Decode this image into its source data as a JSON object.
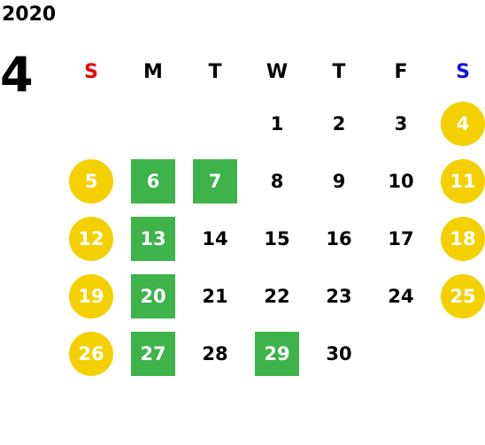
{
  "year": "2020",
  "month": "4",
  "weekdays": [
    "S",
    "M",
    "T",
    "W",
    "T",
    "F",
    "S"
  ],
  "colors": {
    "sunday_header": "#ee0000",
    "saturday_header": "#1010dd",
    "holiday": "#f5d000",
    "marked": "#3db34a"
  },
  "weeks": [
    [
      {
        "d": ""
      },
      {
        "d": ""
      },
      {
        "d": ""
      },
      {
        "d": "1"
      },
      {
        "d": "2"
      },
      {
        "d": "3"
      },
      {
        "d": "4",
        "style": "holiday"
      }
    ],
    [
      {
        "d": "5",
        "style": "holiday"
      },
      {
        "d": "6",
        "style": "marked"
      },
      {
        "d": "7",
        "style": "marked"
      },
      {
        "d": "8"
      },
      {
        "d": "9"
      },
      {
        "d": "10"
      },
      {
        "d": "11",
        "style": "holiday"
      }
    ],
    [
      {
        "d": "12",
        "style": "holiday"
      },
      {
        "d": "13",
        "style": "marked"
      },
      {
        "d": "14"
      },
      {
        "d": "15"
      },
      {
        "d": "16"
      },
      {
        "d": "17"
      },
      {
        "d": "18",
        "style": "holiday"
      }
    ],
    [
      {
        "d": "19",
        "style": "holiday"
      },
      {
        "d": "20",
        "style": "marked"
      },
      {
        "d": "21"
      },
      {
        "d": "22"
      },
      {
        "d": "23"
      },
      {
        "d": "24"
      },
      {
        "d": "25",
        "style": "holiday"
      }
    ],
    [
      {
        "d": "26",
        "style": "holiday"
      },
      {
        "d": "27",
        "style": "marked"
      },
      {
        "d": "28"
      },
      {
        "d": "29",
        "style": "marked"
      },
      {
        "d": "30"
      },
      {
        "d": ""
      },
      {
        "d": ""
      }
    ]
  ]
}
